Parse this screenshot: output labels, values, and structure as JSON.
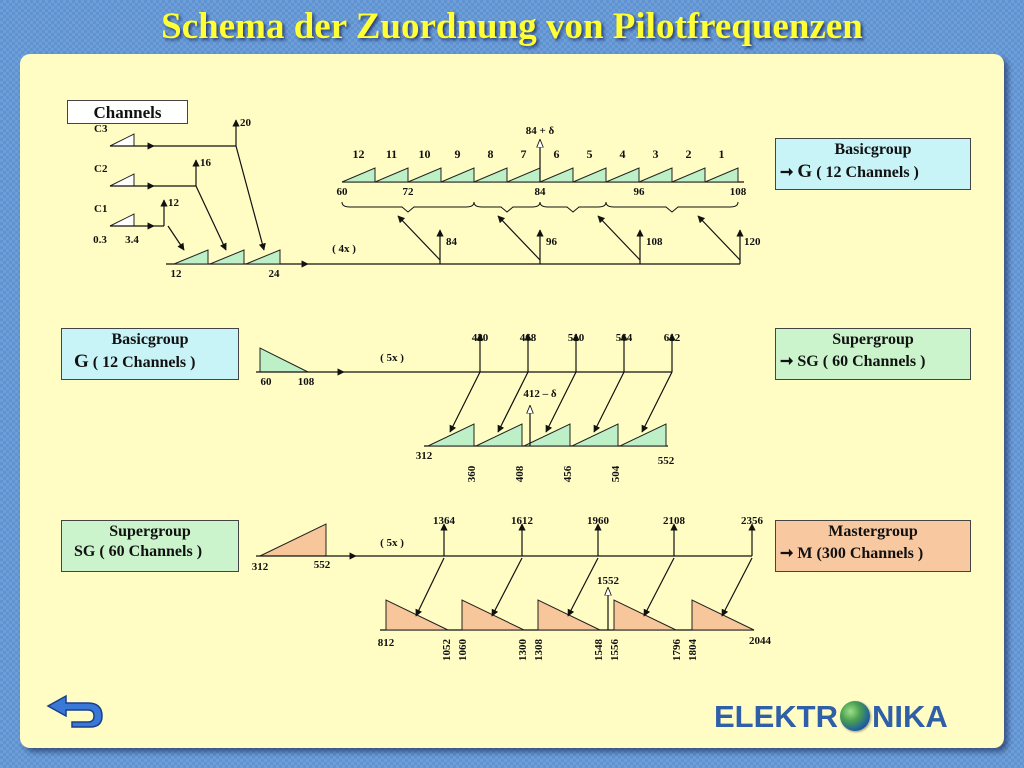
{
  "title": "Schema der Zuordnung von Pilotfrequenzen",
  "colors": {
    "background": "#5f93d2",
    "title": "#ffff33",
    "panel": "#fffdc4",
    "basic_fill": "#bdf0c6",
    "basic_box": "#c8f4f8",
    "super_box": "#ccf4cc",
    "master_fill": "#f7c69a",
    "master_box": "#f8c8a0",
    "logo": "#2f5fa8"
  },
  "section1": {
    "channels_box": "Channels",
    "channel_labels": [
      "C3",
      "C2",
      "C1"
    ],
    "channel_band": [
      "0.3",
      "3.4"
    ],
    "carriers": [
      "20",
      "16",
      "12"
    ],
    "pregroup_axis": [
      "12",
      "24"
    ],
    "multiplier": "( 4x )",
    "carrier_freqs": [
      "84",
      "96",
      "108",
      "120"
    ],
    "pilot": "84 + δ",
    "channel_numbers": [
      "12",
      "11",
      "10",
      "9",
      "8",
      "7",
      "6",
      "5",
      "4",
      "3",
      "2",
      "1"
    ],
    "group_axis": [
      "60",
      "72",
      "84",
      "96",
      "108"
    ],
    "result_box": {
      "title": "Basicgroup",
      "prefix": "G",
      "text": "( 12 Channels )"
    }
  },
  "section2": {
    "input_box": {
      "title": "Basicgroup",
      "prefix": "G",
      "text": "( 12 Channels )"
    },
    "input_axis": [
      "60",
      "108"
    ],
    "multiplier": "( 5x )",
    "carrier_freqs": [
      "420",
      "468",
      "510",
      "564",
      "612"
    ],
    "pilot": "412 – δ",
    "output_axis": [
      "312",
      "360",
      "408",
      "456",
      "504",
      "552"
    ],
    "result_box": {
      "title": "Supergroup",
      "prefix": "SG",
      "text": "( 60 Channels )"
    }
  },
  "section3": {
    "input_box": {
      "title": "Supergroup",
      "prefix": "SG",
      "text": "( 60 Channels )"
    },
    "input_axis": [
      "312",
      "552"
    ],
    "multiplier": "( 5x )",
    "carrier_freqs": [
      "1364",
      "1612",
      "1960",
      "2108",
      "2356"
    ],
    "pilot": "1552",
    "output_axis_horizontal": [
      "812",
      "2044"
    ],
    "output_axis_vertical": [
      "1052",
      "1060",
      "1300",
      "1308",
      "1548",
      "1556",
      "1796",
      "1804"
    ],
    "result_box": {
      "title": "Mastergroup",
      "prefix": "M",
      "text": "(300 Channels )"
    }
  },
  "logo": {
    "left": "ELEKTR",
    "right": "NIKA",
    "globe_icon": "globe-icon"
  },
  "nav": {
    "back_icon": "back-arrow-icon"
  }
}
